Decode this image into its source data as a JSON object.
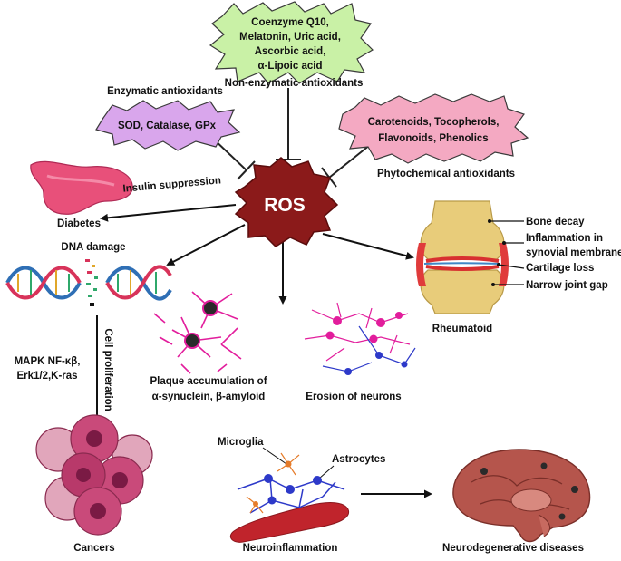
{
  "ros": {
    "label": "ROS"
  },
  "antioxidants": {
    "non_enzymatic": {
      "title": "Non-enzymatic antioxidants",
      "lines": [
        "Coenzyme Q10,",
        "Melatonin, Uric acid,",
        "Ascorbic acid,",
        "α-Lipoic acid"
      ]
    },
    "enzymatic": {
      "title": "Enzymatic antioxidants",
      "line": "SOD, Catalase, GPx"
    },
    "phytochemical": {
      "title": "Phytochemical antioxidants",
      "lines": [
        "Carotenoids, Tocopherols,",
        "Flavonoids, Phenolics"
      ]
    }
  },
  "diabetes": {
    "edge_label": "Insulin suppression",
    "caption": "Diabetes"
  },
  "dna": {
    "caption": "DNA damage"
  },
  "cancer": {
    "edge_label": "Cell proliferation",
    "pathway_lines": [
      "MAPK NF-κβ,",
      "Erk1/2,K-ras"
    ],
    "caption": "Cancers"
  },
  "plaque": {
    "lines": [
      "Plaque accumulation of",
      "α-synuclein, β-amyloid"
    ]
  },
  "neurons": {
    "caption": "Erosion of neurons"
  },
  "rheumatoid": {
    "caption": "Rheumatoid",
    "callouts": {
      "bone": "Bone decay",
      "inflammation_1": "Inflammation in",
      "inflammation_2": "synovial membrane",
      "cartilage": "Cartilage loss",
      "gap": "Narrow joint gap"
    }
  },
  "neuroinflammation": {
    "caption": "Neuroinflammation",
    "microglia": "Microglia",
    "astrocytes": "Astrocytes"
  },
  "neurodegenerative": {
    "caption": "Neurodegenerative diseases"
  },
  "colors": {
    "ros": "#8b1a1a",
    "non_enzymatic_fill": "#c9f1a6",
    "enzymatic_fill": "#d9a6ec",
    "phytochemical_fill": "#f4a9c2",
    "pancreas": "#e8507a",
    "neuron_pink": "#e21d9c",
    "neuron_blue": "#2d39c9",
    "cell": "#c94a7a",
    "bone": "#e8cc7a",
    "brain": "#b5554c"
  }
}
